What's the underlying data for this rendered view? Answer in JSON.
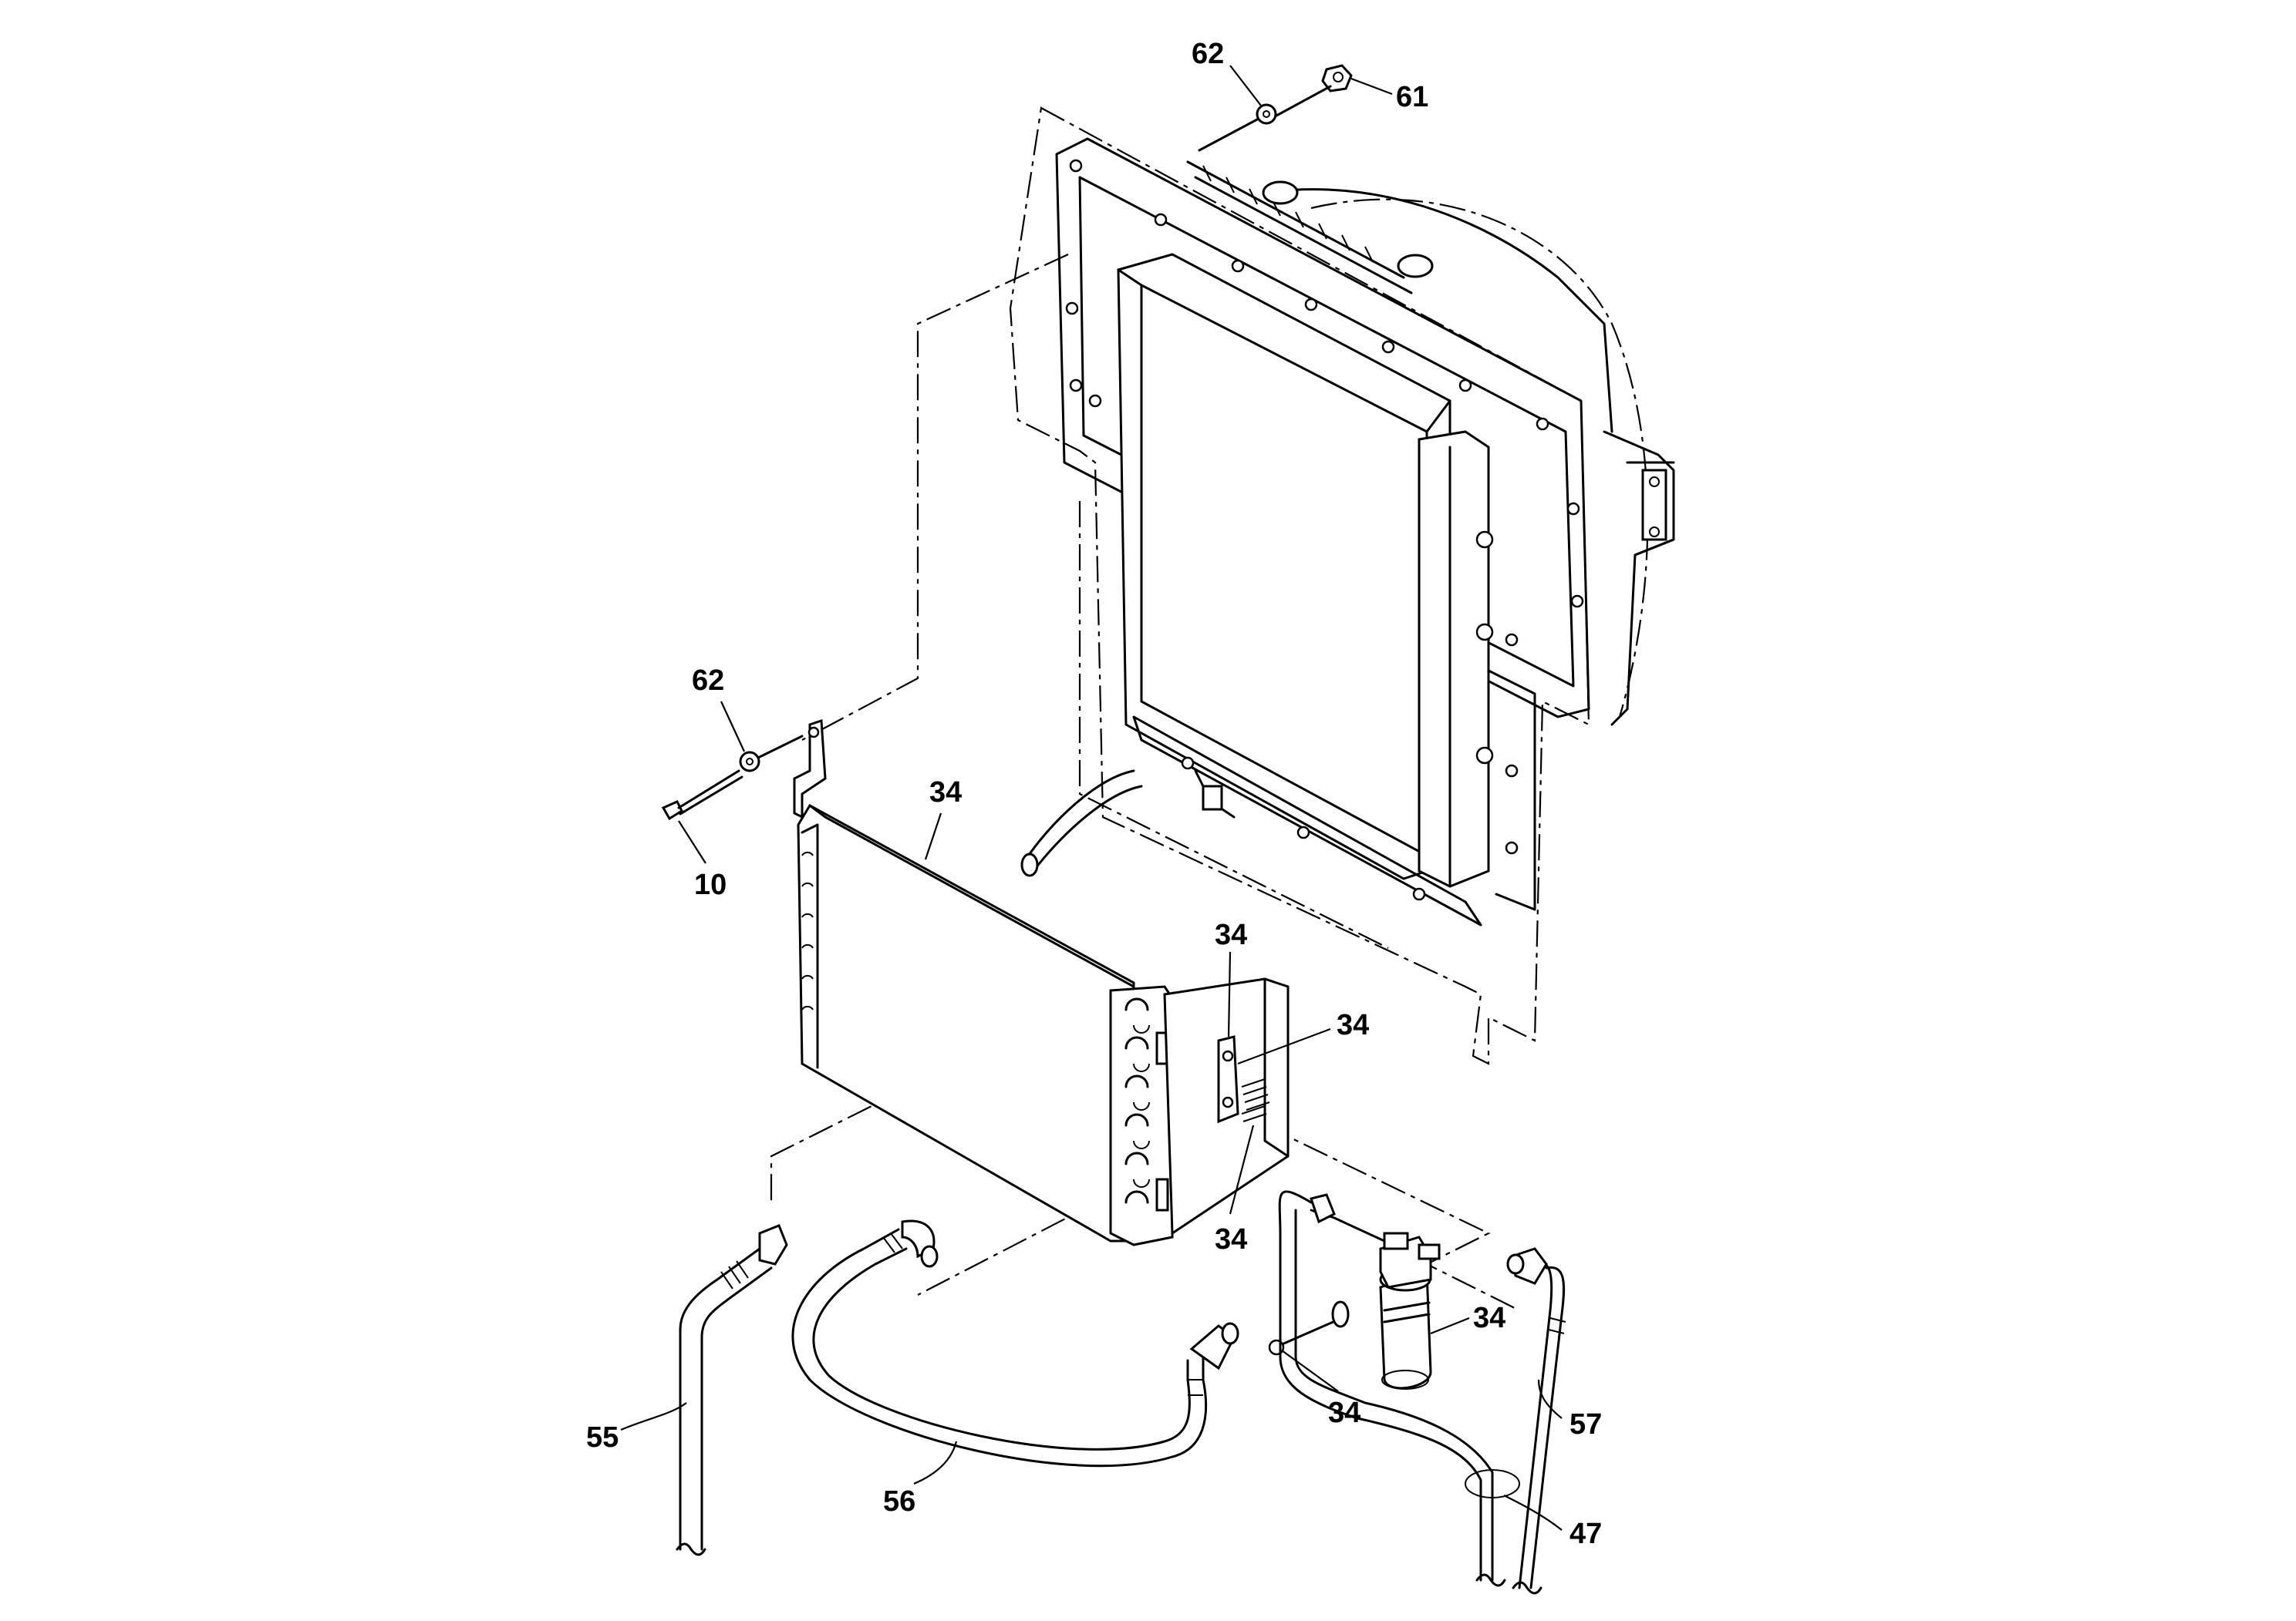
{
  "callouts": [
    {
      "id": "c-62-top",
      "label": "62"
    },
    {
      "id": "c-61",
      "label": "61"
    },
    {
      "id": "c-62-left",
      "label": "62"
    },
    {
      "id": "c-10",
      "label": "10"
    },
    {
      "id": "c-34-condenser",
      "label": "34"
    },
    {
      "id": "c-34-bracket-top",
      "label": "34"
    },
    {
      "id": "c-34-bracket-right",
      "label": "34"
    },
    {
      "id": "c-34-bracket-bottom",
      "label": "34"
    },
    {
      "id": "c-34-drier",
      "label": "34"
    },
    {
      "id": "c-34-drier-bolt",
      "label": "34"
    },
    {
      "id": "c-55",
      "label": "55"
    },
    {
      "id": "c-56",
      "label": "56"
    },
    {
      "id": "c-57",
      "label": "57"
    },
    {
      "id": "c-47",
      "label": "47"
    }
  ]
}
